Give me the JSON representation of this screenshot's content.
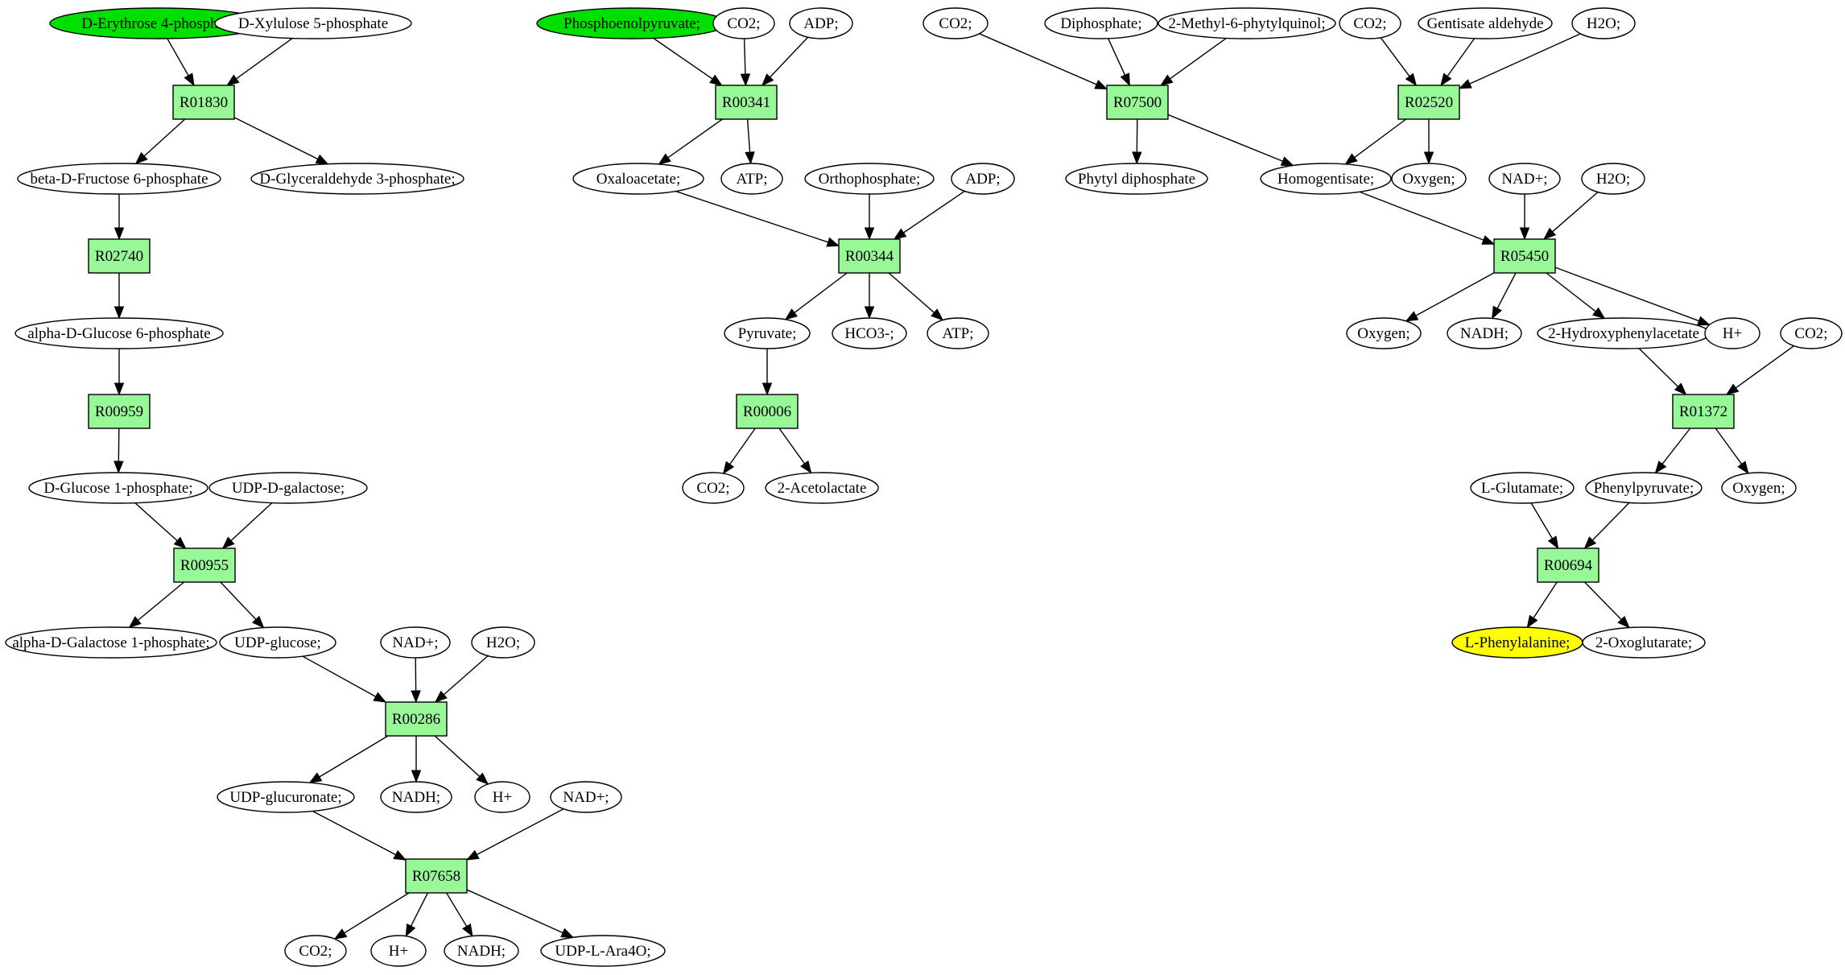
{
  "colors": {
    "reaction_fill": "#98f898",
    "start_fill": "#00e000",
    "target_fill": "#ffff00",
    "default_fill": "#ffffff",
    "stroke": "#000000"
  },
  "compounds": [
    {
      "id": "c_e4p",
      "label": "D-Erythrose 4-phosphate",
      "kind": "start"
    },
    {
      "id": "c_xu5p",
      "label": "D-Xylulose 5-phosphate",
      "kind": "default"
    },
    {
      "id": "c_f6p",
      "label": "beta-D-Fructose 6-phosphate",
      "kind": "default"
    },
    {
      "id": "c_g3p",
      "label": "D-Glyceraldehyde 3-phosphate;",
      "kind": "default"
    },
    {
      "id": "c_ag6p",
      "label": "alpha-D-Glucose 6-phosphate",
      "kind": "default"
    },
    {
      "id": "c_g1p",
      "label": "D-Glucose 1-phosphate;",
      "kind": "default"
    },
    {
      "id": "c_udpgal",
      "label": "UDP-D-galactose;",
      "kind": "default"
    },
    {
      "id": "c_agal1p",
      "label": "alpha-D-Galactose 1-phosphate;",
      "kind": "default"
    },
    {
      "id": "c_udpglc",
      "label": "UDP-glucose;",
      "kind": "default"
    },
    {
      "id": "c_nad_a",
      "label": "NAD+;",
      "kind": "default"
    },
    {
      "id": "c_h2o_a",
      "label": "H2O;",
      "kind": "default"
    },
    {
      "id": "c_udpglcu",
      "label": "UDP-glucuronate;",
      "kind": "default"
    },
    {
      "id": "c_nadh_a",
      "label": "NADH;",
      "kind": "default"
    },
    {
      "id": "c_hplus_a",
      "label": "H+",
      "kind": "default"
    },
    {
      "id": "c_nad_b",
      "label": "NAD+;",
      "kind": "default"
    },
    {
      "id": "c_co2_a",
      "label": "CO2;",
      "kind": "default"
    },
    {
      "id": "c_hplus_b",
      "label": "H+",
      "kind": "default"
    },
    {
      "id": "c_nadh_b",
      "label": "NADH;",
      "kind": "default"
    },
    {
      "id": "c_udpara",
      "label": "UDP-L-Ara4O;",
      "kind": "default"
    },
    {
      "id": "c_pep",
      "label": "Phosphoenolpyruvate;",
      "kind": "start"
    },
    {
      "id": "c_co2_b",
      "label": "CO2;",
      "kind": "default"
    },
    {
      "id": "c_adp_a",
      "label": "ADP;",
      "kind": "default"
    },
    {
      "id": "c_oaa",
      "label": "Oxaloacetate;",
      "kind": "default"
    },
    {
      "id": "c_atp_a",
      "label": "ATP;",
      "kind": "default"
    },
    {
      "id": "c_pi",
      "label": "Orthophosphate;",
      "kind": "default"
    },
    {
      "id": "c_adp_b",
      "label": "ADP;",
      "kind": "default"
    },
    {
      "id": "c_pyr",
      "label": "Pyruvate;",
      "kind": "default"
    },
    {
      "id": "c_hco3",
      "label": "HCO3-;",
      "kind": "default"
    },
    {
      "id": "c_atp_b",
      "label": "ATP;",
      "kind": "default"
    },
    {
      "id": "c_co2_c",
      "label": "CO2;",
      "kind": "default"
    },
    {
      "id": "c_acl",
      "label": "2-Acetolactate",
      "kind": "default"
    },
    {
      "id": "c_co2_d",
      "label": "CO2;",
      "kind": "default"
    },
    {
      "id": "c_ppi",
      "label": "Diphosphate;",
      "kind": "default"
    },
    {
      "id": "c_mpq",
      "label": "2-Methyl-6-phytylquinol;",
      "kind": "default"
    },
    {
      "id": "c_phytpp",
      "label": "Phytyl diphosphate",
      "kind": "default"
    },
    {
      "id": "c_hga",
      "label": "Homogentisate;",
      "kind": "default"
    },
    {
      "id": "c_co2_e",
      "label": "CO2;",
      "kind": "default"
    },
    {
      "id": "c_gent",
      "label": "Gentisate aldehyde",
      "kind": "default"
    },
    {
      "id": "c_h2o_b",
      "label": "H2O;",
      "kind": "default"
    },
    {
      "id": "c_o2_a",
      "label": "Oxygen;",
      "kind": "default"
    },
    {
      "id": "c_nad_c",
      "label": "NAD+;",
      "kind": "default"
    },
    {
      "id": "c_h2o_c",
      "label": "H2O;",
      "kind": "default"
    },
    {
      "id": "c_o2_b",
      "label": "Oxygen;",
      "kind": "default"
    },
    {
      "id": "c_nadh_c",
      "label": "NADH;",
      "kind": "default"
    },
    {
      "id": "c_2hpa",
      "label": "2-Hydroxyphenylacetate",
      "kind": "default"
    },
    {
      "id": "c_hplus_c",
      "label": "H+",
      "kind": "default"
    },
    {
      "id": "c_co2_f",
      "label": "CO2;",
      "kind": "default"
    },
    {
      "id": "c_glu",
      "label": "L-Glutamate;",
      "kind": "default"
    },
    {
      "id": "c_ppyr",
      "label": "Phenylpyruvate;",
      "kind": "default"
    },
    {
      "id": "c_o2_c",
      "label": "Oxygen;",
      "kind": "default"
    },
    {
      "id": "c_phe",
      "label": "L-Phenylalanine;",
      "kind": "target"
    },
    {
      "id": "c_2og",
      "label": "2-Oxoglutarate;",
      "kind": "default"
    }
  ],
  "reactions": [
    {
      "id": "R01830",
      "label": "R01830"
    },
    {
      "id": "R02740",
      "label": "R02740"
    },
    {
      "id": "R00959",
      "label": "R00959"
    },
    {
      "id": "R00955",
      "label": "R00955"
    },
    {
      "id": "R00286",
      "label": "R00286"
    },
    {
      "id": "R07658",
      "label": "R07658"
    },
    {
      "id": "R00341",
      "label": "R00341"
    },
    {
      "id": "R00344",
      "label": "R00344"
    },
    {
      "id": "R00006",
      "label": "R00006"
    },
    {
      "id": "R07500",
      "label": "R07500"
    },
    {
      "id": "R02520",
      "label": "R02520"
    },
    {
      "id": "R05450",
      "label": "R05450"
    },
    {
      "id": "R01372",
      "label": "R01372"
    },
    {
      "id": "R00694",
      "label": "R00694"
    }
  ],
  "edges": [
    [
      "c_e4p",
      "R01830"
    ],
    [
      "c_xu5p",
      "R01830"
    ],
    [
      "R01830",
      "c_f6p"
    ],
    [
      "R01830",
      "c_g3p"
    ],
    [
      "c_f6p",
      "R02740"
    ],
    [
      "R02740",
      "c_ag6p"
    ],
    [
      "c_ag6p",
      "R00959"
    ],
    [
      "R00959",
      "c_g1p"
    ],
    [
      "c_g1p",
      "R00955"
    ],
    [
      "c_udpgal",
      "R00955"
    ],
    [
      "R00955",
      "c_agal1p"
    ],
    [
      "R00955",
      "c_udpglc"
    ],
    [
      "c_udpglc",
      "R00286"
    ],
    [
      "c_nad_a",
      "R00286"
    ],
    [
      "c_h2o_a",
      "R00286"
    ],
    [
      "R00286",
      "c_udpglcu"
    ],
    [
      "R00286",
      "c_nadh_a"
    ],
    [
      "R00286",
      "c_hplus_a"
    ],
    [
      "c_udpglcu",
      "R07658"
    ],
    [
      "c_nad_b",
      "R07658"
    ],
    [
      "R07658",
      "c_co2_a"
    ],
    [
      "R07658",
      "c_hplus_b"
    ],
    [
      "R07658",
      "c_nadh_b"
    ],
    [
      "R07658",
      "c_udpara"
    ],
    [
      "c_pep",
      "R00341"
    ],
    [
      "c_co2_b",
      "R00341"
    ],
    [
      "c_adp_a",
      "R00341"
    ],
    [
      "R00341",
      "c_oaa"
    ],
    [
      "R00341",
      "c_atp_a"
    ],
    [
      "c_oaa",
      "R00344"
    ],
    [
      "c_pi",
      "R00344"
    ],
    [
      "c_adp_b",
      "R00344"
    ],
    [
      "R00344",
      "c_pyr"
    ],
    [
      "R00344",
      "c_hco3"
    ],
    [
      "R00344",
      "c_atp_b"
    ],
    [
      "c_pyr",
      "R00006"
    ],
    [
      "R00006",
      "c_co2_c"
    ],
    [
      "R00006",
      "c_acl"
    ],
    [
      "c_co2_d",
      "R07500"
    ],
    [
      "c_ppi",
      "R07500"
    ],
    [
      "c_mpq",
      "R07500"
    ],
    [
      "R07500",
      "c_phytpp"
    ],
    [
      "R07500",
      "c_hga"
    ],
    [
      "c_co2_e",
      "R02520"
    ],
    [
      "c_gent",
      "R02520"
    ],
    [
      "c_h2o_b",
      "R02520"
    ],
    [
      "R02520",
      "c_hga"
    ],
    [
      "R02520",
      "c_o2_a"
    ],
    [
      "c_hga",
      "R05450"
    ],
    [
      "c_nad_c",
      "R05450"
    ],
    [
      "c_h2o_c",
      "R05450"
    ],
    [
      "R05450",
      "c_o2_b"
    ],
    [
      "R05450",
      "c_nadh_c"
    ],
    [
      "R05450",
      "c_2hpa"
    ],
    [
      "R05450",
      "c_hplus_c"
    ],
    [
      "c_2hpa",
      "R01372"
    ],
    [
      "c_co2_f",
      "R01372"
    ],
    [
      "R01372",
      "c_ppyr"
    ],
    [
      "R01372",
      "c_o2_c"
    ],
    [
      "c_glu",
      "R00694"
    ],
    [
      "c_ppyr",
      "R00694"
    ],
    [
      "R00694",
      "c_phe"
    ],
    [
      "R00694",
      "c_2og"
    ]
  ]
}
